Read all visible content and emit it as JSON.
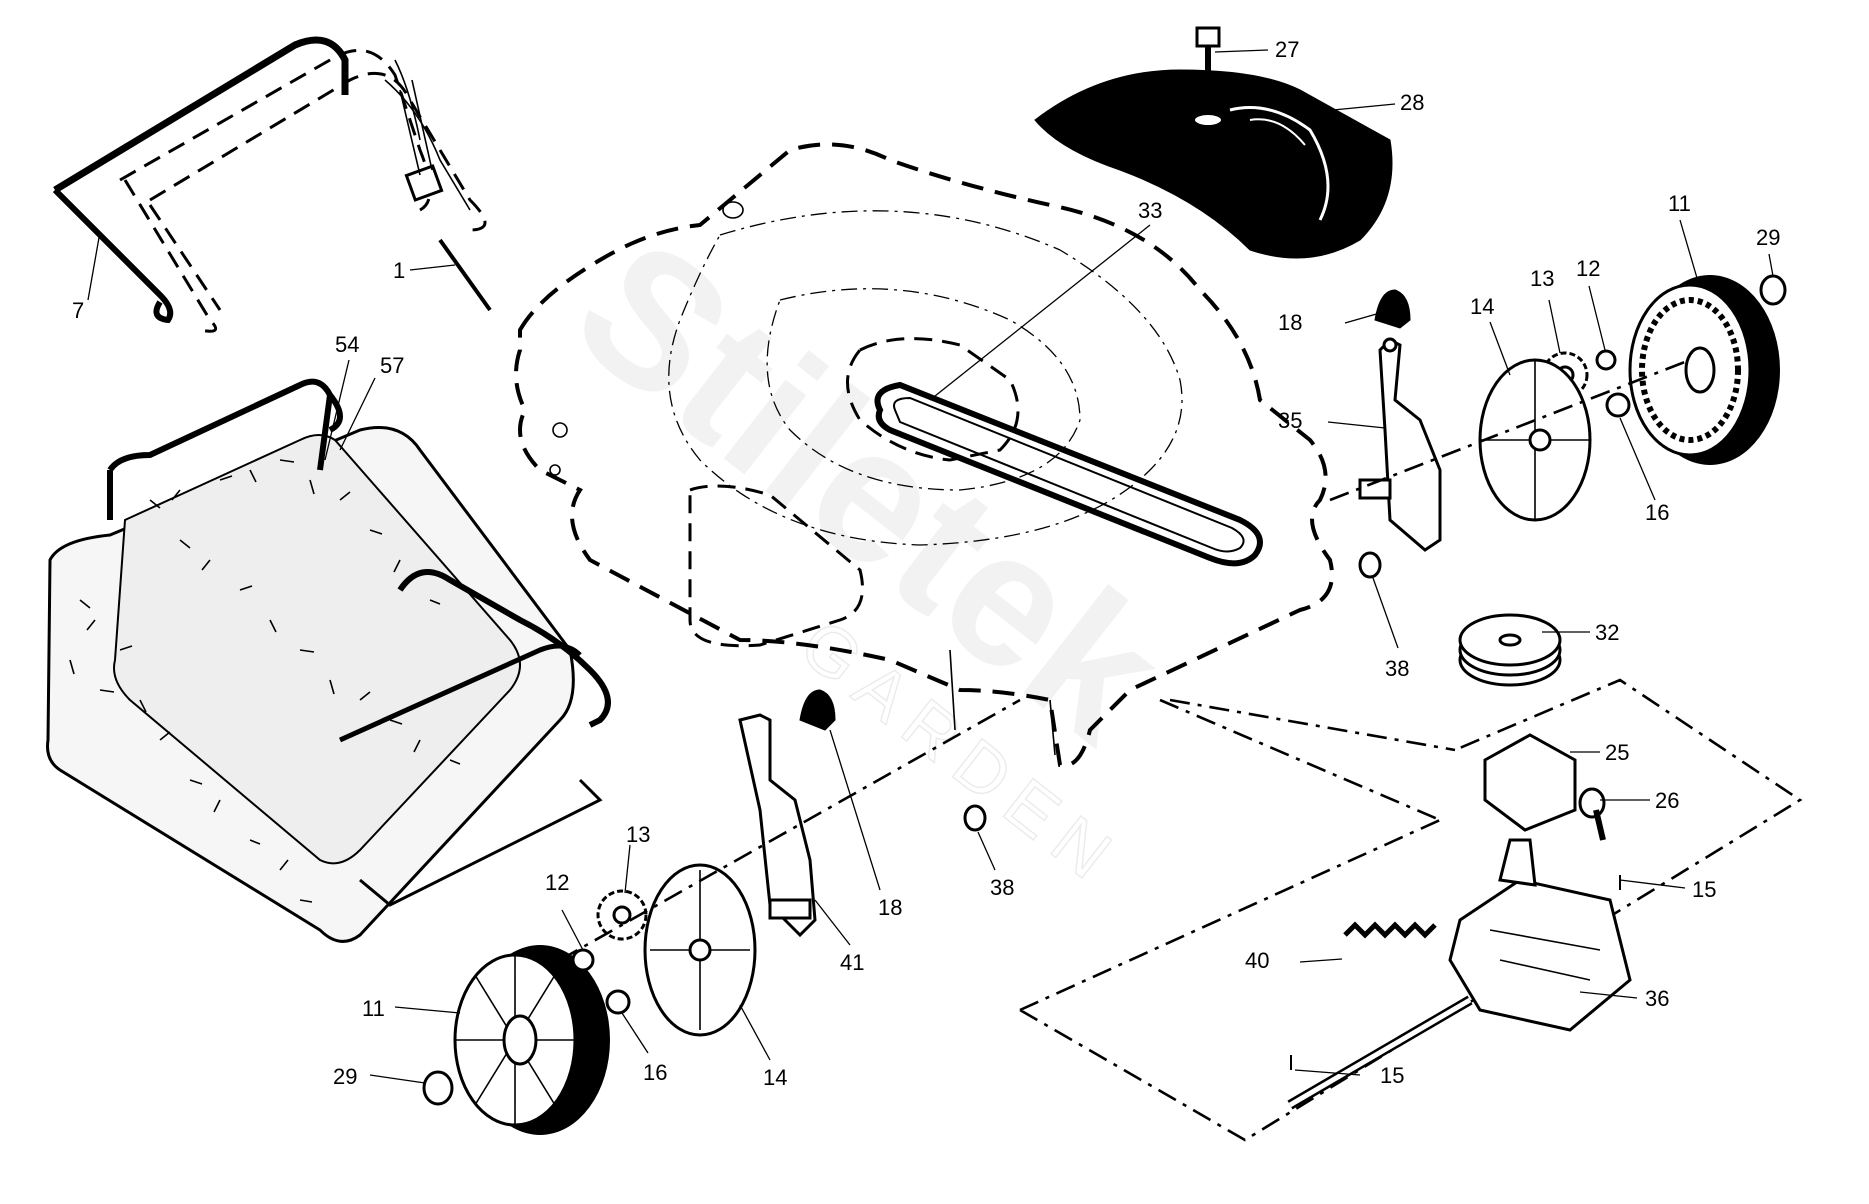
{
  "watermark": {
    "brand": "Stiletek",
    "sub": "GARDEN"
  },
  "callouts": {
    "c1": "1",
    "c7": "7",
    "c54": "54",
    "c57": "57",
    "c33": "33",
    "c27": "27",
    "c28": "28",
    "c11_right": "11",
    "c29_right": "29",
    "c18_right": "18",
    "c14_right": "14",
    "c13_right": "13",
    "c12_right": "12",
    "c35": "35",
    "c16_right": "16",
    "c38_right": "38",
    "c32": "32",
    "c25": "25",
    "c26": "26",
    "c15_right": "15",
    "c40": "40",
    "c36": "36",
    "c15_bottom": "15",
    "c13_left": "13",
    "c12_left": "12",
    "c11_left": "11",
    "c29_left": "29",
    "c16_left": "16",
    "c14_left": "14",
    "c41": "41",
    "c18_left": "18",
    "c38_left": "38"
  }
}
